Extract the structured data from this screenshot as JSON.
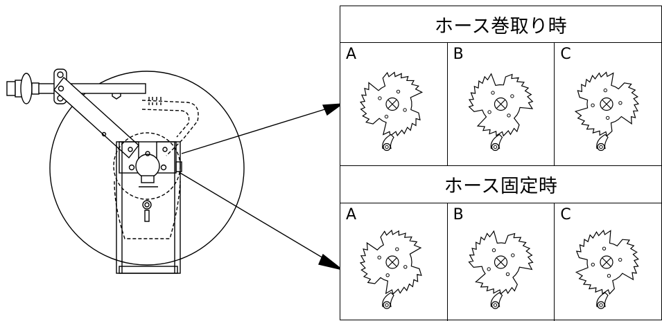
{
  "table": {
    "header_winding": "ホース巻取り時",
    "header_fixed": "ホース固定時",
    "cols": [
      "A",
      "B",
      "C"
    ]
  },
  "icons": {
    "ratchet_wheel": "ratchet-gear-icon",
    "pawl": "pawl-icon"
  },
  "colors": {
    "line": "#000000",
    "background": "#ffffff"
  }
}
